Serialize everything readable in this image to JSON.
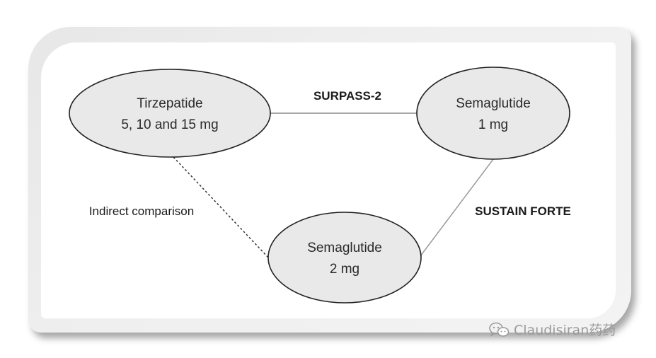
{
  "nodes": {
    "tirzepatide": {
      "line1": "Tirzepatide",
      "line2": "5, 10  and 15 mg"
    },
    "sema_1mg": {
      "line1": "Semaglutide",
      "line2": "1 mg"
    },
    "sema_2mg": {
      "line1": "Semaglutide",
      "line2": "2 mg"
    }
  },
  "edges": {
    "surpass2": "SURPASS-2",
    "sustain_forte": "SUSTAIN FORTE",
    "indirect": "Indirect comparison"
  },
  "watermark": {
    "text": "Claudisiran药药",
    "icon": "wechat-icon"
  },
  "colors": {
    "node_fill": "#e9e9e9",
    "node_stroke": "#222222",
    "line": "#8a8a8a"
  }
}
